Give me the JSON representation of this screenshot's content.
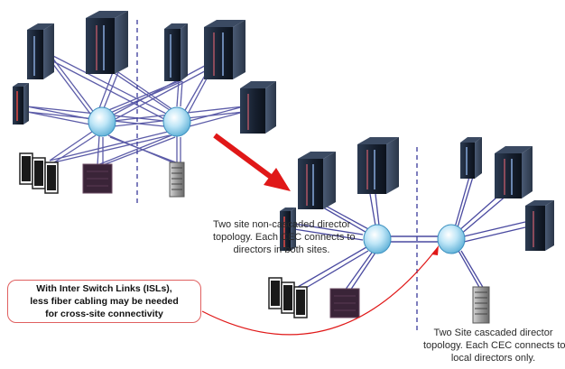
{
  "captions": {
    "non_cascaded": [
      "Two site non-cascaded director",
      "topology. Each CEC connects to",
      "directors in both sites."
    ],
    "cascaded": [
      "Two Site cascaded director",
      "topology. Each CEC connects to",
      "local directors only."
    ],
    "callout": [
      "With Inter Switch Links (ISLs),",
      "less fiber cabling may be needed",
      "for cross-site connectivity"
    ]
  },
  "colors": {
    "link": "#5c5ca8",
    "director": "#8fd0ee",
    "arrow": "#e01818",
    "site_divider": "#3a3a9a",
    "server": "#1e2a3c"
  },
  "icons": [
    "server-cabinet-icon",
    "director-switch-icon",
    "storage-array-icon",
    "tape-library-icon",
    "disk-subsystem-icon"
  ]
}
